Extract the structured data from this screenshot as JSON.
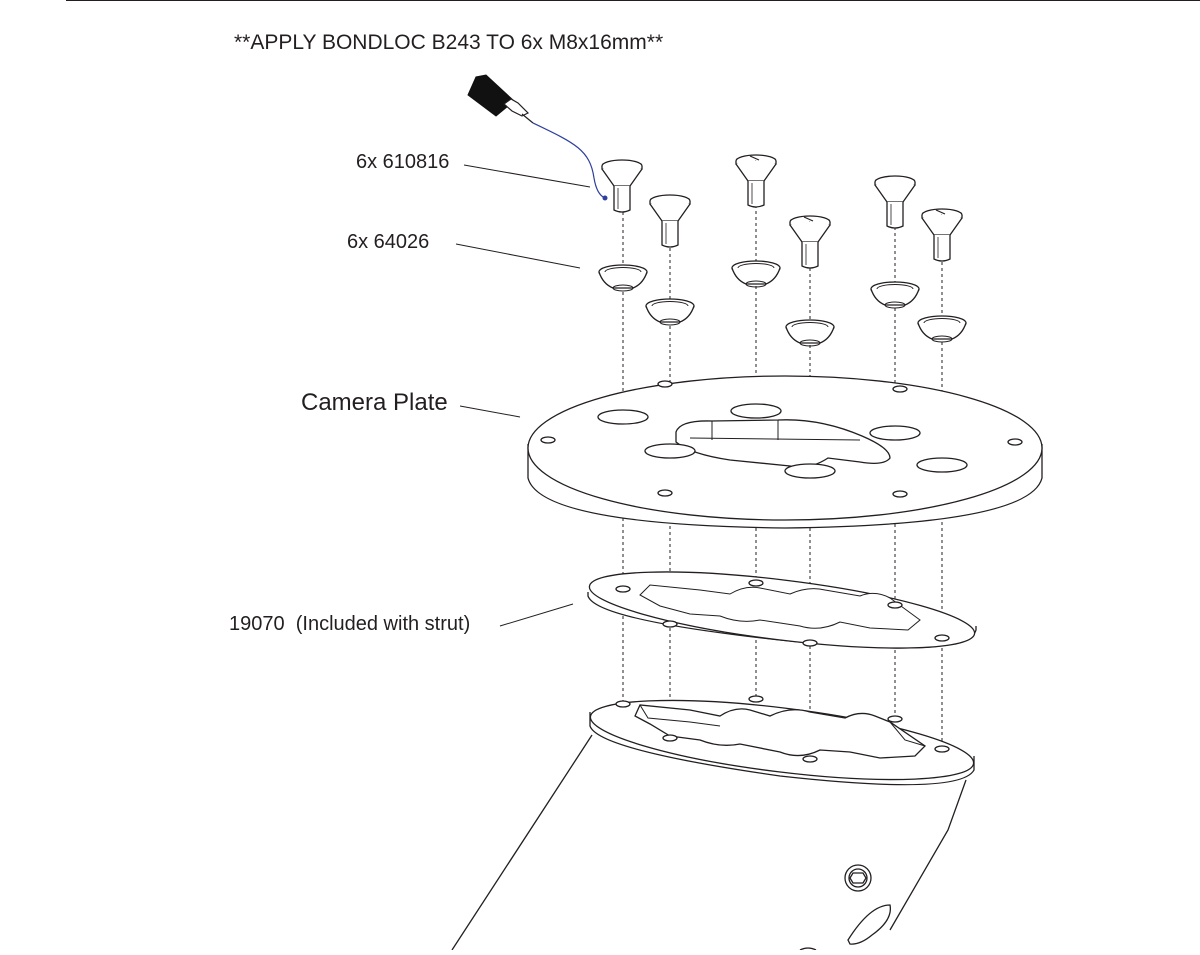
{
  "instruction": "**APPLY BONDLOC B243 TO 6x M8x16mm**",
  "labels": {
    "screws": "6x 610816",
    "washers": "6x 64026",
    "camera_plate": "Camera Plate",
    "gasket": "19070  (Included with strut)"
  },
  "colors": {
    "line": "#231f20",
    "adhesive_wire": "#2e3f9e",
    "bottle": "#111111",
    "background": "#ffffff"
  },
  "icons": [
    "adhesive-bottle-icon",
    "countersunk-screw-icon",
    "cup-washer-icon",
    "hex-socket-icon"
  ]
}
